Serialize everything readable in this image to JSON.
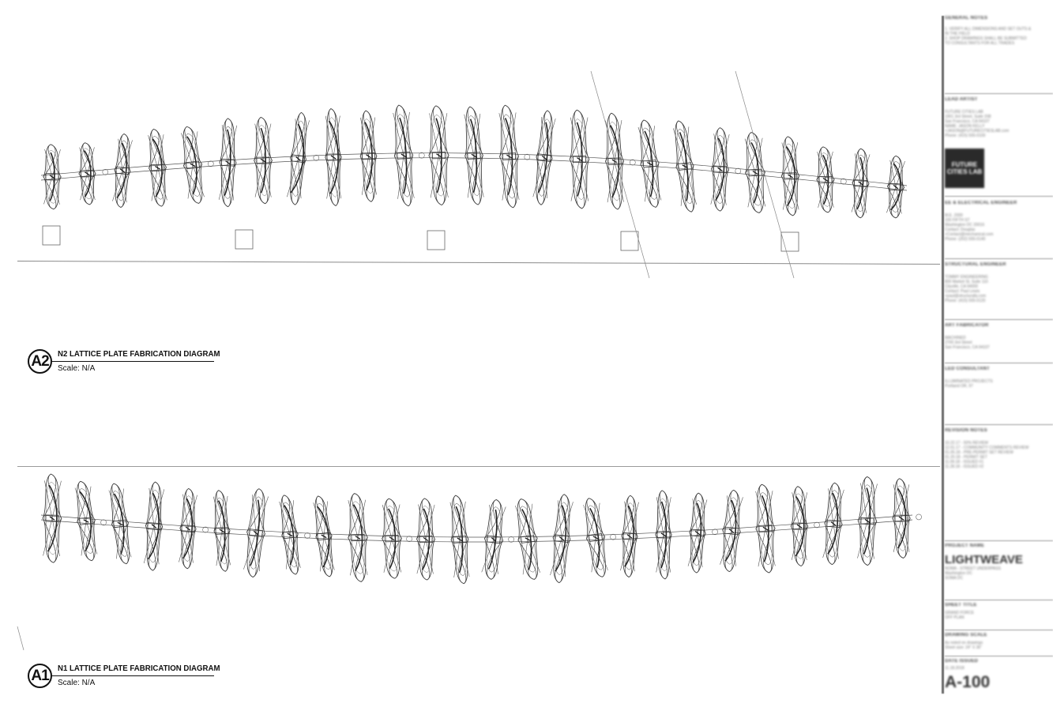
{
  "views": [
    {
      "id": "A2",
      "title": "N2 LATTICE PLATE FABRICATION DIAGRAM",
      "scale": "Scale: N/A"
    },
    {
      "id": "A1",
      "title": "N1 LATTICE PLATE FABRICATION DIAGRAM",
      "scale": "Scale: N/A"
    }
  ],
  "title_block": {
    "general_notes": {
      "heading": "GENERAL NOTES",
      "lines": [
        "1. VERIFY ALL DIMENSIONS AND SET OUTS &",
        "IN THE FIELD",
        "2. SHOP DRAWINGS SHALL BE SUBMITTED",
        "TO CONSULTANTS FOR ALL TRADES"
      ]
    },
    "lead_artist": {
      "heading": "LEAD ARTIST",
      "lines": [
        "FUTURE CITIES LAB",
        "1901 3rd Street, Suite 208",
        "San Francisco, CA 94107",
        "NAME: JASON KELLY",
        "+JASON@FUTURECITIESLAB.com",
        "Phone: (415) 555-0100"
      ],
      "logo_text": "FUTURE CITIES LAB"
    },
    "ee_engineer": {
      "heading": "EE & ELECTRICAL ENGINEER",
      "lines": [
        "M.E. 2000",
        "100 FIFTH ST",
        "Washington DC 20016",
        "Contact: Douglas",
        "+Contact@mechanical.com",
        "Phone: (202) 555-0140"
      ]
    },
    "structural": {
      "heading": "STRUCTURAL ENGINEER",
      "lines": [
        "TOMMY ENGINEERING",
        "800 Market St, Suite 110",
        "Cityville, CA 94000",
        "Contact: Paul Lewis",
        "+paul@structurally.com",
        "Phone: (415) 555-0120"
      ]
    },
    "fabricator": {
      "heading": "ART FABRICATOR",
      "lines": [
        "MACHINED",
        "2700 3rd Street",
        "San Francisco, CA 94107"
      ]
    },
    "led": {
      "heading": "LED CONSULTANT",
      "lines": [
        "ILLUMINATED PROJECTS",
        "Portland OR, 97"
      ]
    },
    "revisions": {
      "heading": "REVISION NOTES",
      "lines": [
        "10.22.17 - 50% REVIEW",
        "12.01.17 - COMMUNITY COMMENTS REVIEW",
        "01.05.18 - PRE-PERMIT SET REVIEW",
        "01.20.18 - PERMIT SET",
        "11.09.18 - ISSUED #1",
        "11.28.18 - ISSUED #2"
      ]
    },
    "project": {
      "heading": "PROJECT NAME",
      "name": "LIGHTWEAVE",
      "lines": [
        "NOMA - STREET UNDERPASS",
        "Washington DC",
        "SOMA DC"
      ]
    },
    "sheet_title": {
      "heading": "SHEET TITLE",
      "lines": [
        "GRAND FORCE",
        "OFF PLAN"
      ]
    },
    "drawing_scale": {
      "heading": "DRAWING SCALE",
      "lines": [
        "As noted on drawings",
        "Sheet size: 24\" X 36\""
      ]
    },
    "date_issued": {
      "heading": "DATE ISSUED",
      "lines": [
        "11.18.2018"
      ]
    },
    "sheet_number": "A-100"
  }
}
